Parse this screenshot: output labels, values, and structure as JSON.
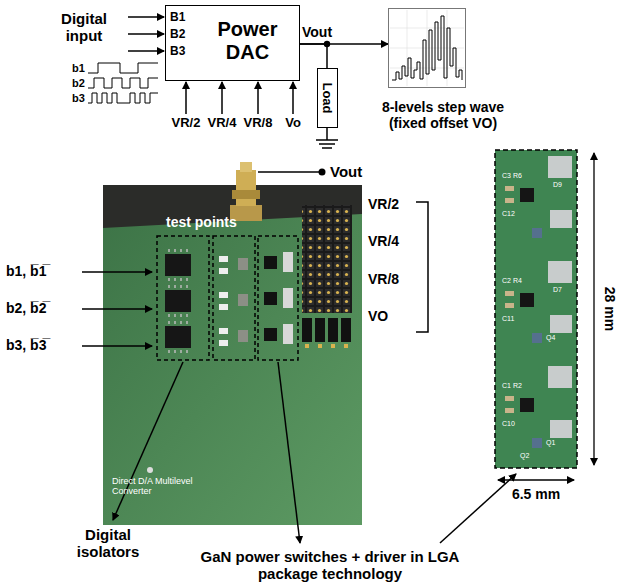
{
  "diagram": {
    "nodes": [
      {
        "text": [
          "B1",
          "B2",
          "B3",
          "Power DAC"
        ]
      },
      {
        "text": [
          "Load"
        ]
      },
      {
        "text": [
          "8-levels step wave (fixed offset VO)"
        ]
      }
    ],
    "edges": [
      {
        "from": 0,
        "to": 2,
        "arrow": "to"
      },
      {
        "from": 0,
        "to": 1,
        "arrow": "none"
      }
    ],
    "labels": [
      "Digital input",
      "b1",
      "b2",
      "b3",
      "VR/2",
      "VR/4",
      "VR/8",
      "Vo",
      "Vout",
      "test points",
      "Vout",
      "b1, b̅1̅",
      "b2, b̅2̅",
      "b3, b̅3̅",
      "VR/2",
      "VR/4",
      "VR/8",
      "VO",
      "Digital isolators",
      "GaN power switches + driver in LGA package technology",
      "Direct D/A Multilevel Converter",
      "6.5 mm",
      "28 mm",
      "C3 R6",
      "C12",
      "D9",
      "C2 R4",
      "C11",
      "D7",
      "Q4",
      "C1 R2",
      "C10",
      "Q1",
      "Q2"
    ]
  }
}
